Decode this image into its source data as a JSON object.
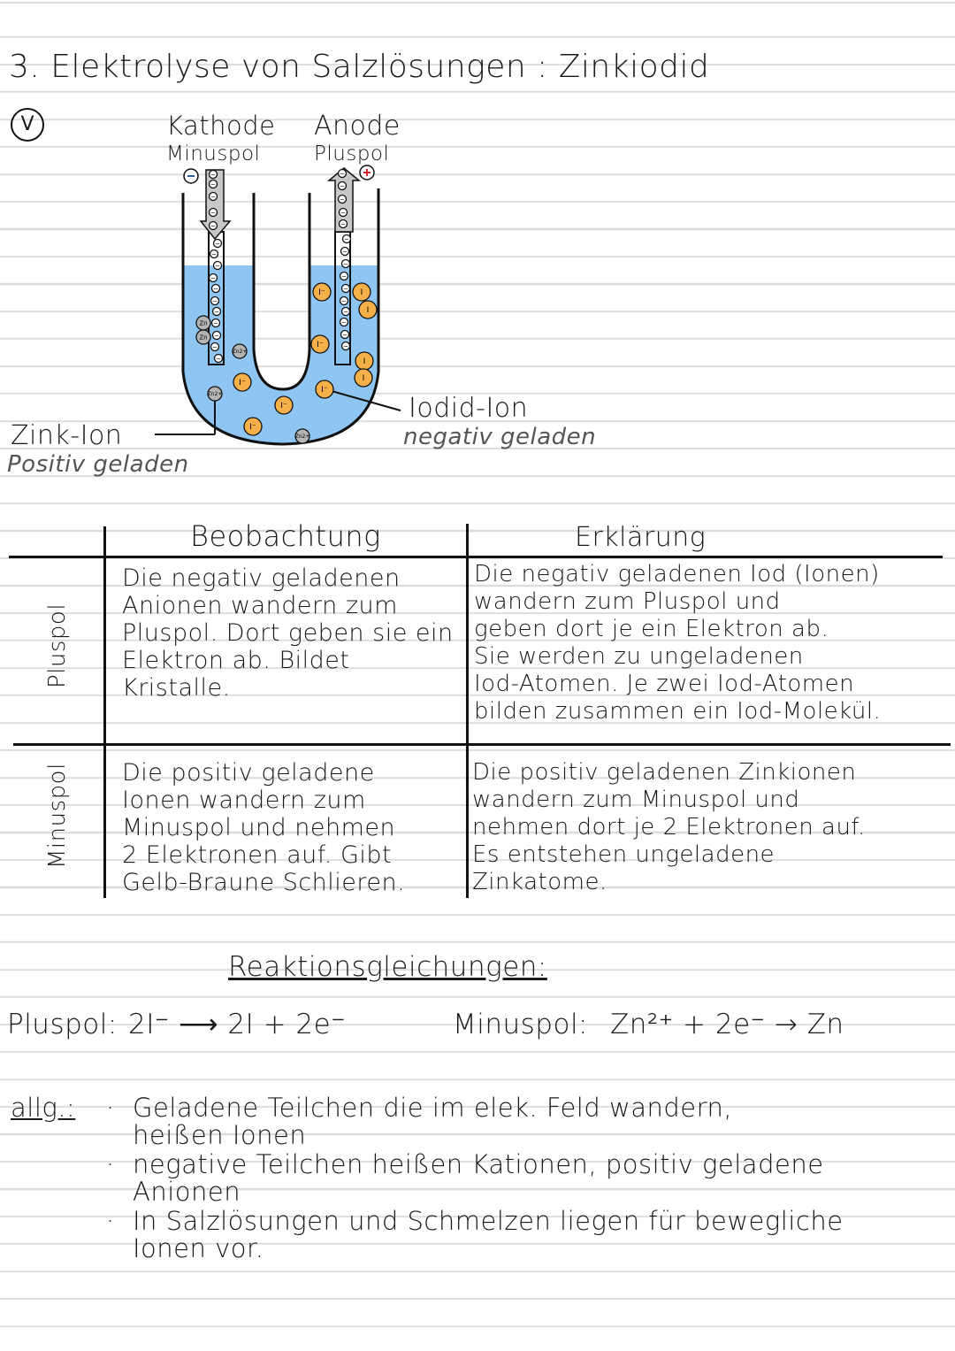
{
  "title": "3. Elektrolyse von Salzlösungen : Zinkiodid",
  "experiment_marker": "V",
  "diagram": {
    "cathode_label": "Kathode",
    "cathode_pole": "Minuspol",
    "anode_label": "Anode",
    "anode_pole": "Pluspol",
    "minus_sign": "−",
    "plus_sign": "+",
    "zinc_ion_label": "Zink-Ion",
    "zinc_ion_note": "Positiv geladen",
    "iodide_label": "Iodid-Ion",
    "iodide_note": "negativ geladen",
    "particle_labels": {
      "zinc_atom": "Zn",
      "zinc_ion": "Zn2+",
      "iodide": "I⁻",
      "iodine": "I",
      "electron": "−"
    },
    "colors": {
      "solution": "#8ec5f2",
      "iodide": "#f5b04a",
      "zinc": "#b5b5b5",
      "electrode_arrow": "#c8c8c8",
      "plus": "#d9262e",
      "minus": "#2a5fa8"
    }
  },
  "table": {
    "headers": [
      "Beobachtung",
      "Erklärung"
    ],
    "rows": [
      {
        "label": "Pluspol",
        "observation": "Die negativ geladenen\nAnionen wandern zum\nPluspol. Dort geben sie ein\nElektron ab.  Bildet\nKristalle.",
        "explanation": "Die negativ geladenen Iod (Ionen)\nwandern zum Pluspol und\ngeben dort je ein Elektron ab.\nSie werden zu ungeladenen\nIod-Atomen. Je zwei Iod-Atomen\nbilden zusammen ein Iod-Molekül."
      },
      {
        "label": "Minuspol",
        "observation": "Die positiv geladene\nIonen wandern zum\nMinuspol und nehmen\n2 Elektronen auf. Gibt\nGelb-Braune Schlieren.",
        "explanation": "Die positiv geladenen Zinkionen\nwandern zum Minuspol und\nnehmen dort je 2 Elektronen auf.\nEs entstehen ungeladene\nZinkatome."
      }
    ]
  },
  "reactions": {
    "heading": "Reaktionsgleichungen:",
    "plus_label": "Pluspol:",
    "plus_equation": "2I⁻ ⟶ 2I + 2e⁻",
    "minus_label": "Minuspol:",
    "minus_equation": "Zn²⁺ + 2e⁻ → Zn"
  },
  "general": {
    "label": "allg.:",
    "points": [
      "Geladene Teilchen die im elek. Feld wandern,\nheißen Ionen",
      "negative Teilchen heißen Kationen, positiv geladene\nAnionen",
      "In Salzlösungen und Schmelzen liegen für bewegliche\nIonen vor."
    ]
  }
}
